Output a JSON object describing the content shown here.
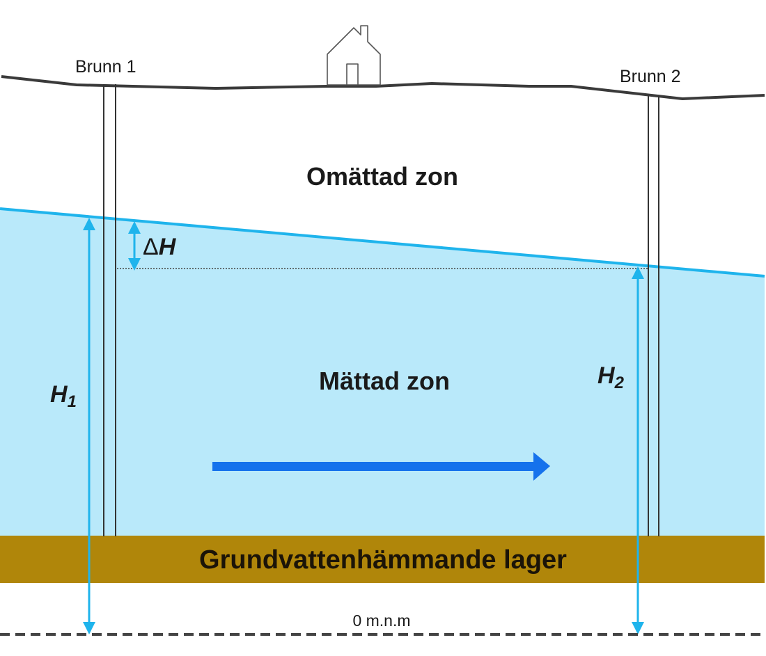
{
  "wells": [
    {
      "id": "well-1",
      "label": "Brunn 1"
    },
    {
      "id": "well-2",
      "label": "Brunn 2"
    }
  ],
  "zones": {
    "unsaturated": "Omättad zon",
    "saturated": "Mättad zon",
    "confining_layer": "Grundvattenhämmande lager"
  },
  "heads": {
    "h1": {
      "symbol": "H",
      "subscript": "1"
    },
    "h2": {
      "symbol": "H",
      "subscript": "2"
    },
    "delta": {
      "prefix": "Δ",
      "symbol": "H"
    }
  },
  "datum": {
    "label": "0 m.n.m"
  },
  "icons": {
    "house": "house-icon",
    "flow_direction": "flow-arrow-icon"
  },
  "colors": {
    "water": "#b9e9fa",
    "water_table": "#1fb4ec",
    "head_arrows": "#1fb4ec",
    "flow_arrow": "#1572ec",
    "confining_layer": "#b0860a",
    "ground": "#3a3a3a"
  }
}
